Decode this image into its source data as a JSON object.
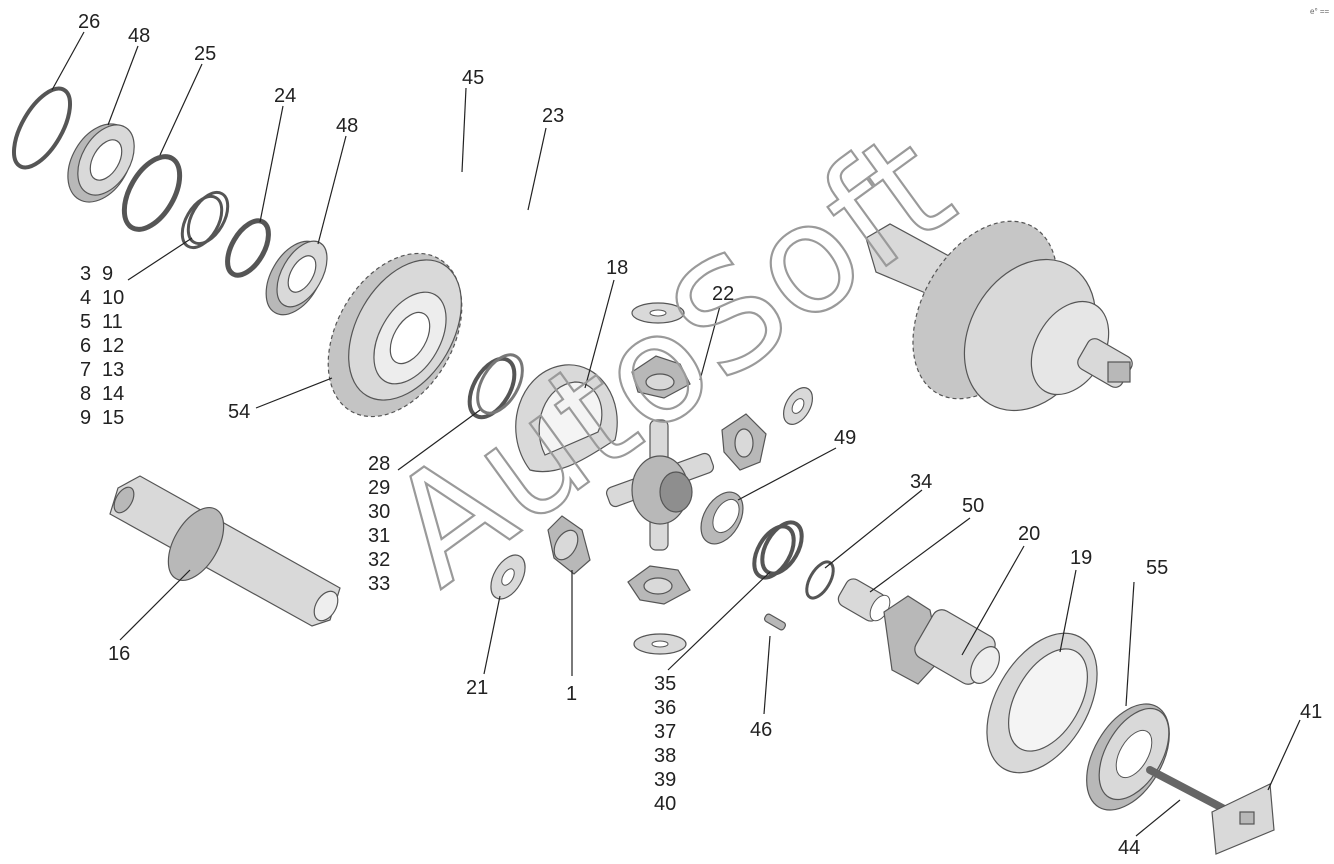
{
  "watermark": "AutoSoft",
  "corner_mark": "e° ==",
  "callouts": {
    "c26": "26",
    "c48a": "48",
    "c25": "25",
    "c24": "24",
    "c48b": "48",
    "c45": "45",
    "c23": "23",
    "c18": "18",
    "c22": "22",
    "c54": "54",
    "c49": "49",
    "c34": "34",
    "c50": "50",
    "c20": "20",
    "c19": "19",
    "c55": "55",
    "c41": "41",
    "c44": "44",
    "c16": "16",
    "c21": "21",
    "c1": "1",
    "c46": "46"
  },
  "group_left": {
    "col1": [
      "3",
      "4",
      "5",
      "6",
      "7",
      "8",
      "9"
    ],
    "col2": [
      "9",
      "10",
      "11",
      "12",
      "13",
      "14",
      "15"
    ]
  },
  "group_mid": [
    "28",
    "29",
    "30",
    "31",
    "32",
    "33"
  ],
  "group_bottom": [
    "35",
    "36",
    "37",
    "38",
    "39",
    "40"
  ]
}
